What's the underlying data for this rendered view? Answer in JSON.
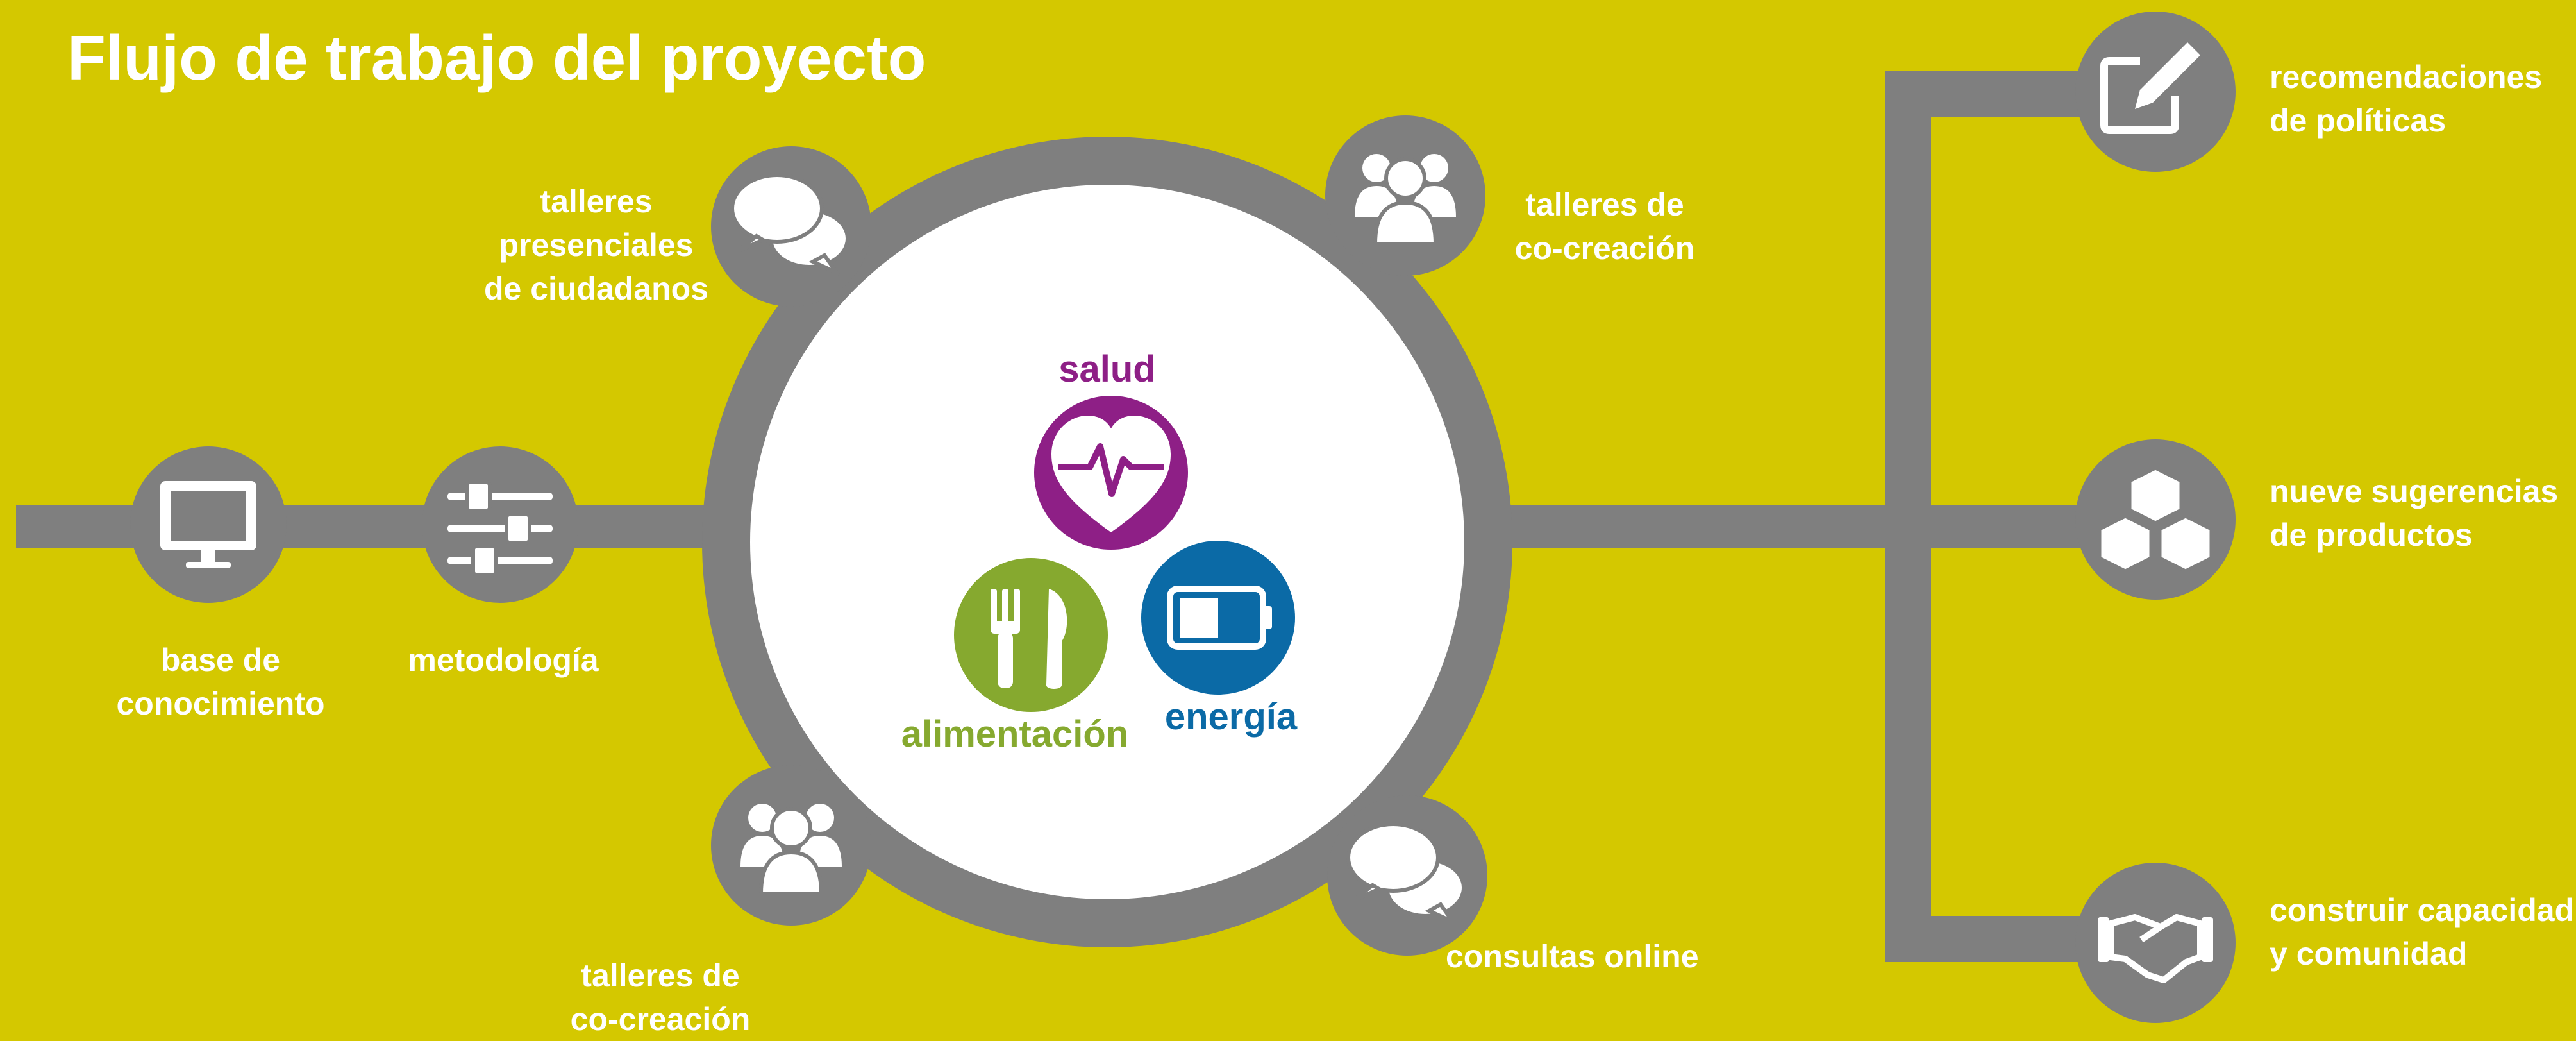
{
  "title": "Flujo de trabajo del proyecto",
  "colors": {
    "background": "#d4c800",
    "connector": "#7f7f7f",
    "center": "#ffffff",
    "salud": "#8e1f86",
    "alimentacion": "#86a92f",
    "energia": "#0b6aa6",
    "label": "#ffffff"
  },
  "inputs": [
    {
      "icon": "monitor-icon",
      "lines": [
        "base de",
        "conocimiento"
      ]
    },
    {
      "icon": "sliders-icon",
      "lines": [
        "metodología"
      ]
    }
  ],
  "activities": [
    {
      "icon": "speech-bubbles-icon",
      "lines": [
        "talleres",
        "presenciales",
        "de ciudadanos"
      ]
    },
    {
      "icon": "people-group-icon",
      "lines": [
        "talleres de",
        "co-creación"
      ]
    },
    {
      "icon": "people-group-icon",
      "lines": [
        "talleres de",
        "co-creación"
      ]
    },
    {
      "icon": "speech-bubbles-icon",
      "lines": [
        "consultas online"
      ]
    }
  ],
  "themes": {
    "salud": {
      "label": "salud",
      "icon": "heart-pulse-icon"
    },
    "alimentacion": {
      "label": "alimentación",
      "icon": "fork-knife-icon"
    },
    "energia": {
      "label": "energía",
      "icon": "battery-icon"
    }
  },
  "outputs": [
    {
      "icon": "pencil-edit-icon",
      "lines": [
        "recomendaciones",
        "de políticas"
      ]
    },
    {
      "icon": "boxes-icon",
      "lines": [
        "nueve sugerencias",
        "de productos"
      ]
    },
    {
      "icon": "handshake-icon",
      "lines": [
        "construir capacidad",
        "y comunidad"
      ]
    }
  ]
}
